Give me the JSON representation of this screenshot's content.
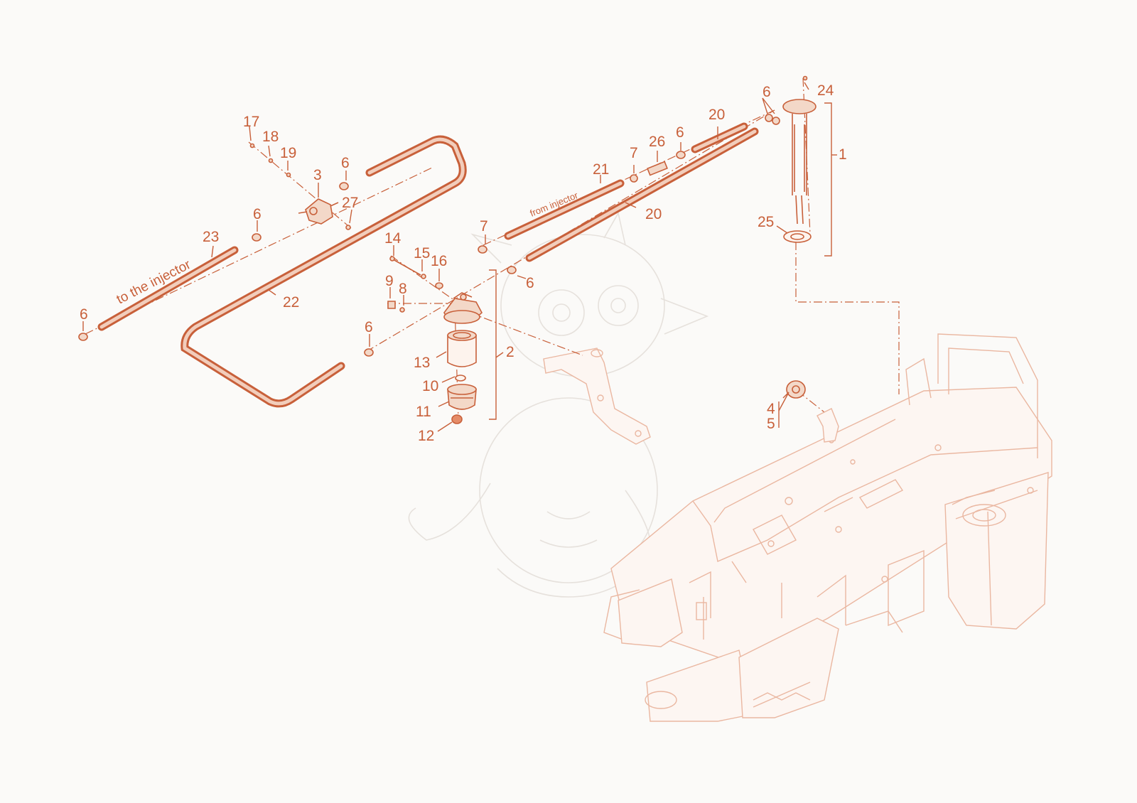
{
  "diagram": {
    "annotations": {
      "to_injector": "to the injector",
      "from_injector": "from injector"
    },
    "callouts": [
      {
        "id": "c24",
        "text": "24"
      },
      {
        "id": "c6a",
        "text": "6"
      },
      {
        "id": "c20a",
        "text": "20"
      },
      {
        "id": "c1",
        "text": "1"
      },
      {
        "id": "c6b",
        "text": "6"
      },
      {
        "id": "c26",
        "text": "26"
      },
      {
        "id": "c7a",
        "text": "7"
      },
      {
        "id": "c21",
        "text": "21"
      },
      {
        "id": "c20b",
        "text": "20"
      },
      {
        "id": "c25",
        "text": "25"
      },
      {
        "id": "c7b",
        "text": "7"
      },
      {
        "id": "c6c",
        "text": "6"
      },
      {
        "id": "c17",
        "text": "17"
      },
      {
        "id": "c18",
        "text": "18"
      },
      {
        "id": "c19",
        "text": "19"
      },
      {
        "id": "c3",
        "text": "3"
      },
      {
        "id": "c6d",
        "text": "6"
      },
      {
        "id": "c27",
        "text": "27"
      },
      {
        "id": "c6e",
        "text": "6"
      },
      {
        "id": "c23",
        "text": "23"
      },
      {
        "id": "c22",
        "text": "22"
      },
      {
        "id": "c6f",
        "text": "6"
      },
      {
        "id": "c14",
        "text": "14"
      },
      {
        "id": "c15",
        "text": "15"
      },
      {
        "id": "c16",
        "text": "16"
      },
      {
        "id": "c9",
        "text": "9"
      },
      {
        "id": "c8",
        "text": "8"
      },
      {
        "id": "c6g",
        "text": "6"
      },
      {
        "id": "c13",
        "text": "13"
      },
      {
        "id": "c10",
        "text": "10"
      },
      {
        "id": "c11",
        "text": "11"
      },
      {
        "id": "c12",
        "text": "12"
      },
      {
        "id": "c2",
        "text": "2"
      },
      {
        "id": "c4",
        "text": "4"
      },
      {
        "id": "c5",
        "text": "5"
      }
    ]
  }
}
